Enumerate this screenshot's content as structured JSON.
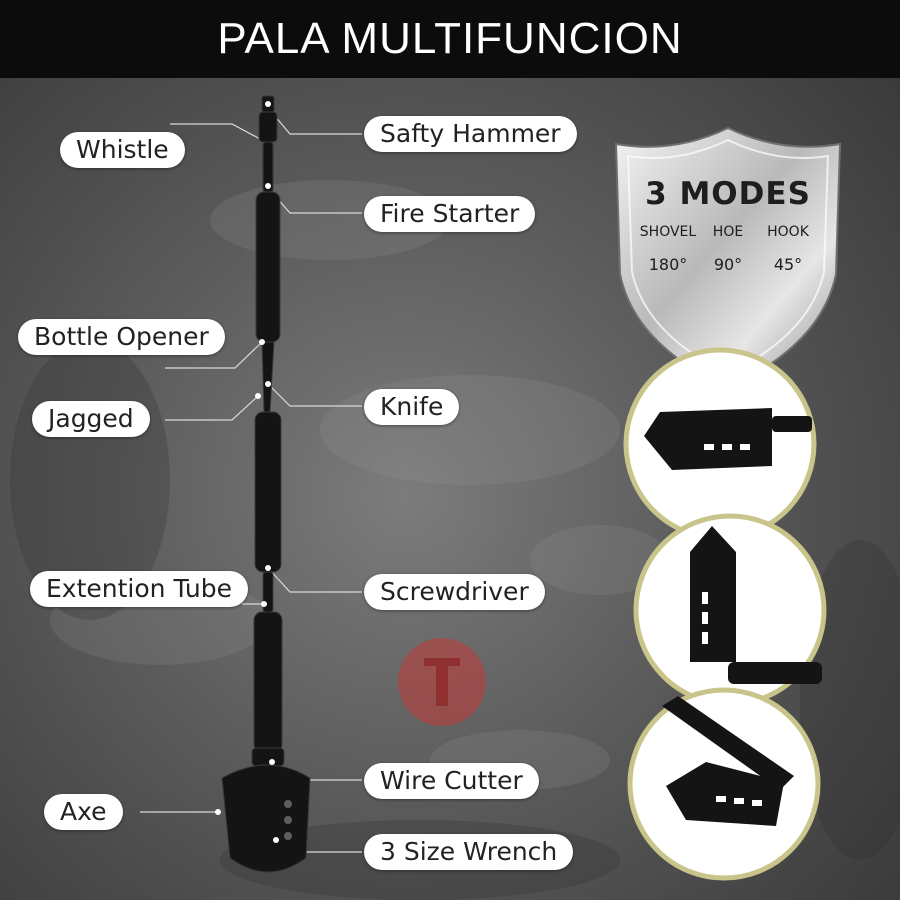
{
  "banner": {
    "title": "PALA MULTIFUNCION"
  },
  "parts": {
    "left": [
      "Whistle",
      "Bottle Opener",
      "Jagged",
      "Extention Tube",
      "Axe"
    ],
    "right": [
      "Safty Hammer",
      "Fire Starter",
      "Knife",
      "Screwdriver",
      "Wire Cutter",
      "3 Size Wrench"
    ]
  },
  "modes": {
    "title": "3 MODES",
    "items": [
      {
        "name": "SHOVEL",
        "angle": "180°"
      },
      {
        "name": "HOE",
        "angle": "90°"
      },
      {
        "name": "HOOK",
        "angle": "45°"
      }
    ]
  },
  "colors": {
    "banner": "#0c0c0c",
    "label_bg": "#ffffff",
    "circle_ring": "#c9c48a",
    "tool": "#141414"
  }
}
